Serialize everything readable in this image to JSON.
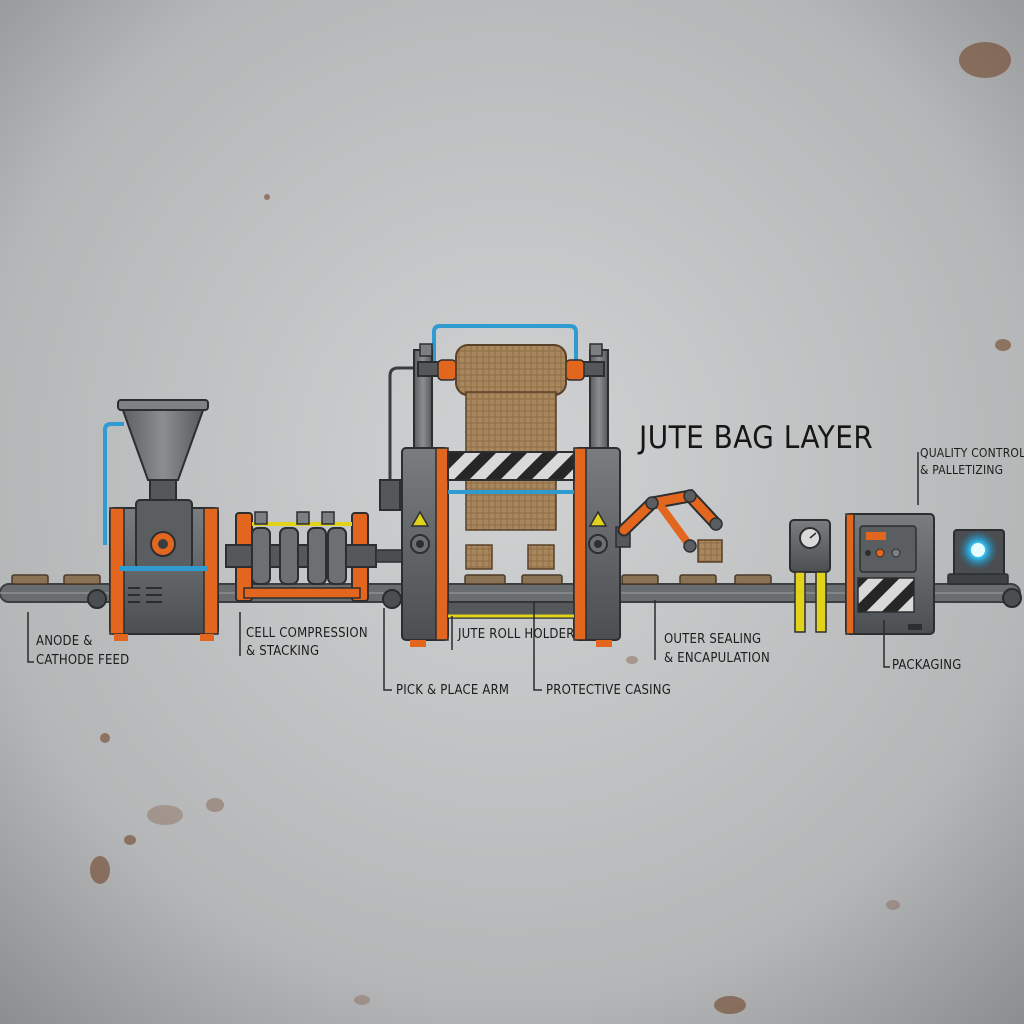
{
  "diagram": {
    "title": "JUTE BAG LAYER",
    "labels": {
      "anode_line1": "ANODE &",
      "anode_line2": "CATHODE FEED",
      "compression_line1": "CELL COMPRESSION",
      "compression_line2": "& STACKING",
      "pick_place": "PICK & PLACE ARM",
      "jute_roll": "JUTE ROLL HOLDER",
      "protective": "PROTECTIVE CASING",
      "sealing_line1": "OUTER SEALING",
      "sealing_line2": "& ENCAPULATION",
      "packaging": "PACKAGING",
      "quality_line1": "QUALITY CONTROL",
      "quality_line2": "& PALLETIZING"
    },
    "panel_label": "≡≡ ≡≡≡\n≡≡ ≡≡≡"
  },
  "colors": {
    "background": "#b9bbbc",
    "machine": "#5d6063",
    "machine_dark": "#3f4245",
    "accent_orange": "#e3661f",
    "accent_blue": "#2f9bd0",
    "accent_yellow": "#e1d21c",
    "jute": "#a8865e",
    "rust": "#6b3a1b",
    "glow": "#34c8ff"
  },
  "icons": [
    "warning-icon",
    "gauge-icon",
    "glow-sensor-icon"
  ]
}
